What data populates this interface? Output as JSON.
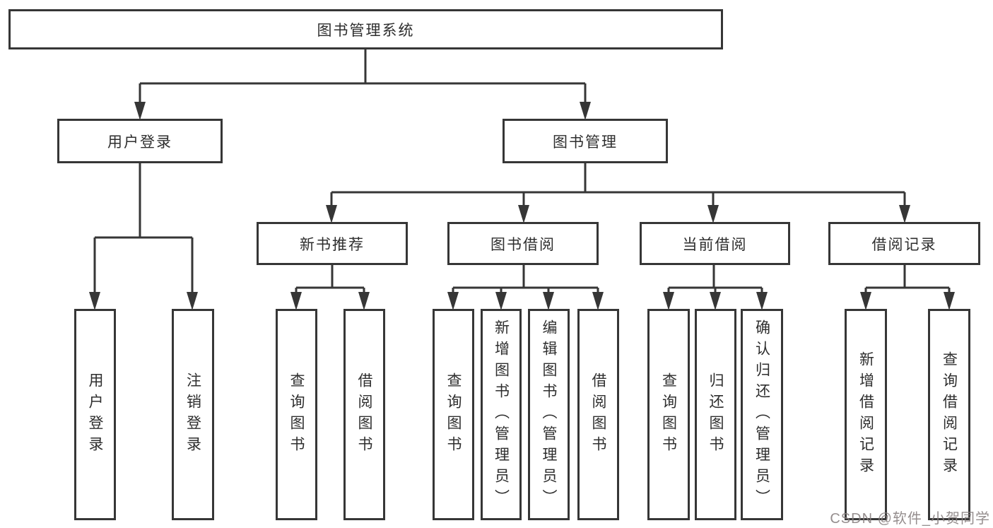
{
  "tree": {
    "label": "图书管理系统",
    "children": [
      {
        "label": "用户登录",
        "children": [
          {
            "label": "用户登录"
          },
          {
            "label": "注销登录"
          }
        ]
      },
      {
        "label": "图书管理",
        "children": [
          {
            "label": "新书推荐",
            "children": [
              {
                "label": "查询图书"
              },
              {
                "label": "借阅图书"
              }
            ]
          },
          {
            "label": "图书借阅",
            "children": [
              {
                "label": "查询图书"
              },
              {
                "label": "新增图书（管理员）"
              },
              {
                "label": "编辑图书（管理员）"
              },
              {
                "label": "借阅图书"
              }
            ]
          },
          {
            "label": "当前借阅",
            "children": [
              {
                "label": "查询图书"
              },
              {
                "label": "归还图书"
              },
              {
                "label": "确认归还（管理员）"
              }
            ]
          },
          {
            "label": "借阅记录",
            "children": [
              {
                "label": "新增借阅记录"
              },
              {
                "label": "查询借阅记录"
              }
            ]
          }
        ]
      }
    ]
  },
  "watermark": {
    "text": "CSDN @软件_小贺同学",
    "color": "#867e7e"
  },
  "colors": {
    "line": "#363636",
    "box_border": "#363636",
    "text": "#2e2e2e",
    "background": "#ffffff"
  }
}
